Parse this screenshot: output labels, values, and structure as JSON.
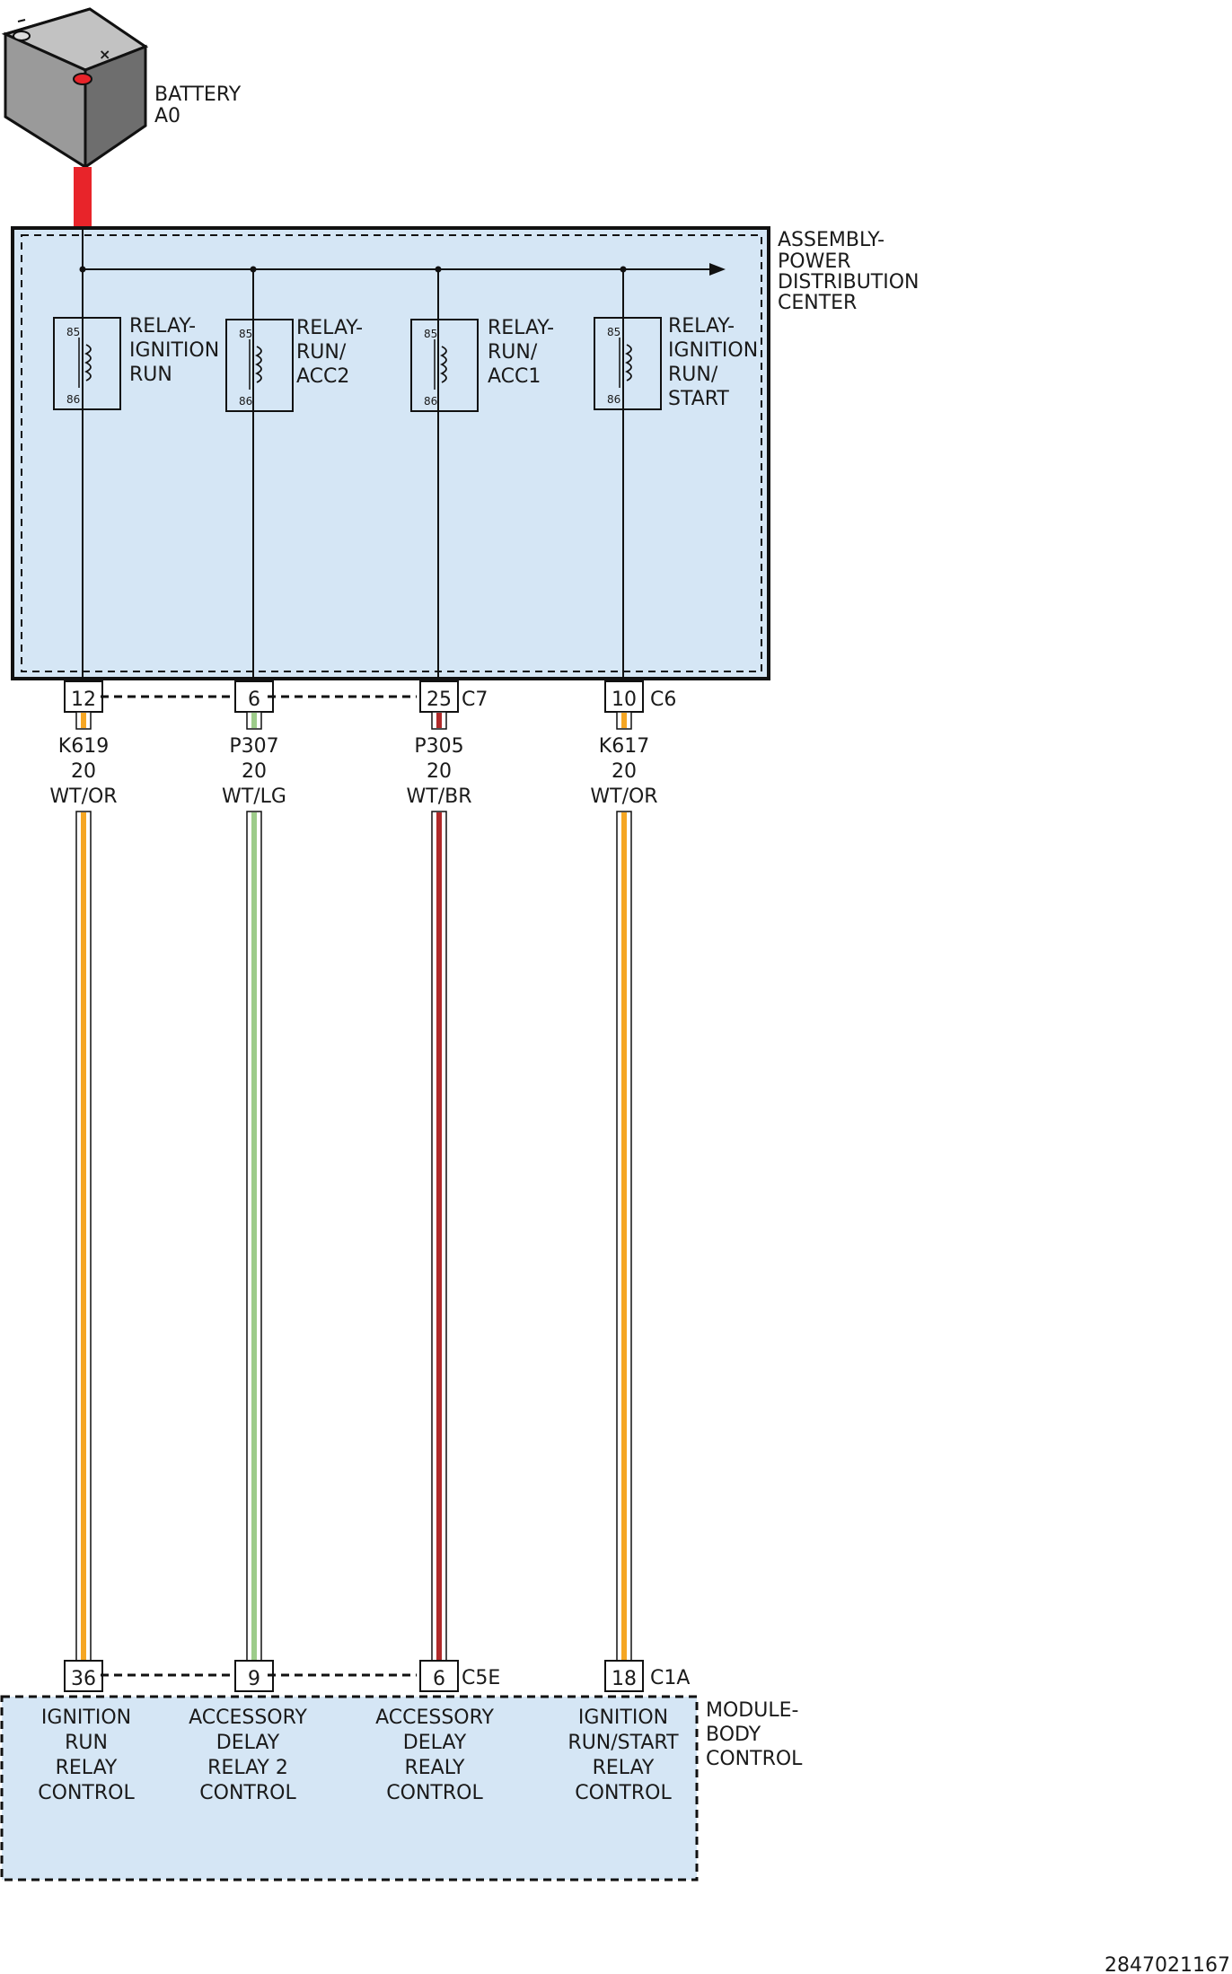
{
  "battery": {
    "label_line1": "BATTERY",
    "label_line2": "A0"
  },
  "pdc": {
    "label_lines": [
      "ASSEMBLY-",
      "POWER",
      "DISTRIBUTION",
      "CENTER"
    ],
    "fill_color": "#d5e6f5"
  },
  "relays": [
    {
      "name_lines": [
        "RELAY-",
        "IGNITION",
        "RUN"
      ],
      "pin_top": "85",
      "pin_bottom": "86"
    },
    {
      "name_lines": [
        "RELAY-",
        "RUN/",
        "ACC2"
      ],
      "pin_top": "85",
      "pin_bottom": "86"
    },
    {
      "name_lines": [
        "RELAY-",
        "RUN/",
        "ACC1"
      ],
      "pin_top": "85",
      "pin_bottom": "86"
    },
    {
      "name_lines": [
        "RELAY-",
        "IGNITION",
        "RUN/",
        "START"
      ],
      "pin_top": "85",
      "pin_bottom": "86"
    }
  ],
  "top_connectors": {
    "pins": [
      "12",
      "6",
      "25",
      "10"
    ],
    "connector_c7": "C7",
    "connector_c6": "C6"
  },
  "wires": [
    {
      "circuit": "K619",
      "gauge": "20",
      "color_code": "WT/OR",
      "stripe_color": "#f5a623"
    },
    {
      "circuit": "P307",
      "gauge": "20",
      "color_code": "WT/LG",
      "stripe_color": "#9dcc8a"
    },
    {
      "circuit": "P305",
      "gauge": "20",
      "color_code": "WT/BR",
      "stripe_color": "#b02a2a"
    },
    {
      "circuit": "K617",
      "gauge": "20",
      "color_code": "WT/OR",
      "stripe_color": "#f5a623"
    }
  ],
  "bottom_connectors": {
    "pins": [
      "36",
      "9",
      "6",
      "18"
    ],
    "connector_c5e": "C5E",
    "connector_c1a": "C1A"
  },
  "bcm": {
    "label_lines": [
      "MODULE-",
      "BODY",
      "CONTROL"
    ],
    "functions": [
      [
        "IGNITION",
        "RUN",
        "RELAY",
        "CONTROL"
      ],
      [
        "ACCESSORY",
        "DELAY",
        "RELAY 2",
        "CONTROL"
      ],
      [
        "ACCESSORY",
        "DELAY",
        "REALY",
        "CONTROL"
      ],
      [
        "IGNITION",
        "RUN/START",
        "RELAY",
        "CONTROL"
      ]
    ]
  },
  "figure_id": "2847021167",
  "colors": {
    "battery_cable": "#e8242a",
    "module_fill": "#d5e6f5"
  }
}
